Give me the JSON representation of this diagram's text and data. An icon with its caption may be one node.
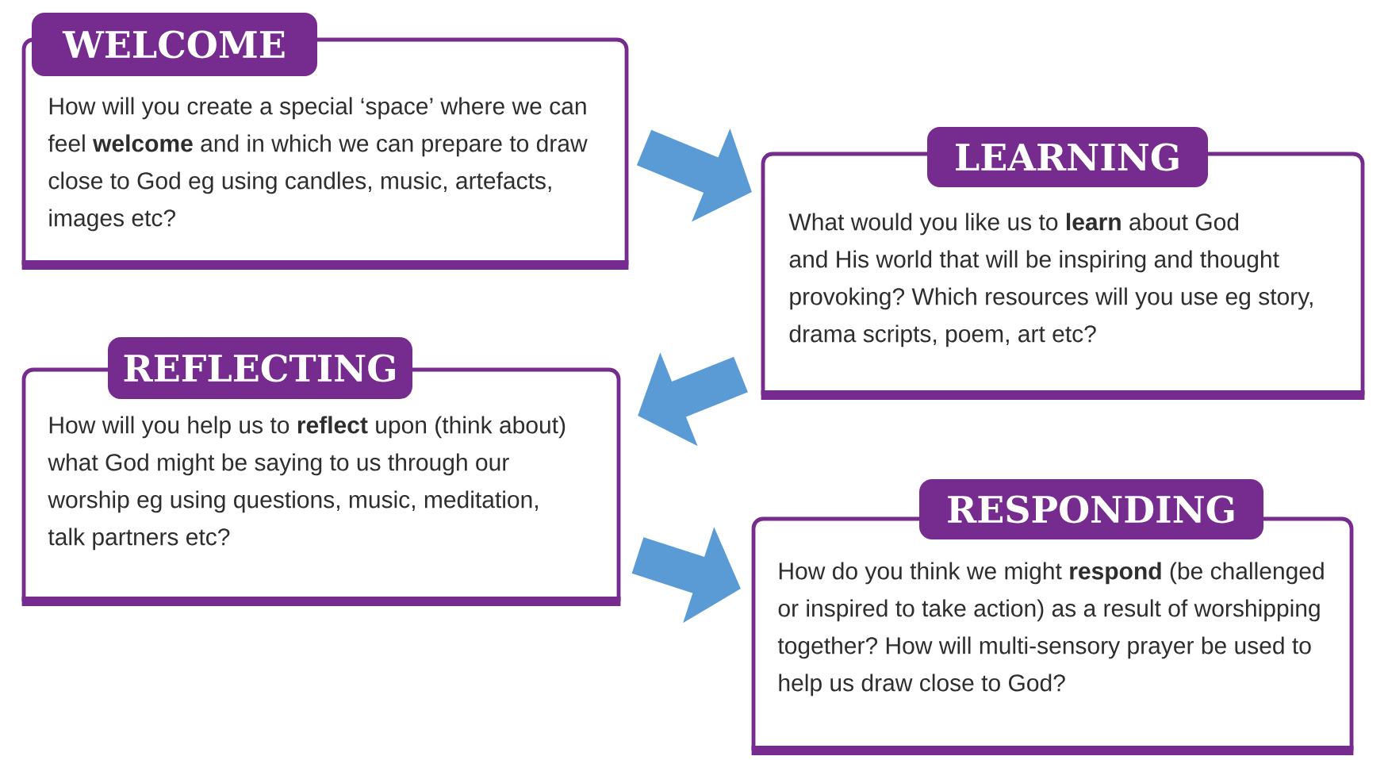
{
  "diagram": {
    "nodes": [
      {
        "text": [
          "WELCOME",
          "How will you create a special ‘space’ where we can feel **welcome** and in which we can prepare to draw close to God eg using candles, music, artefacts, images etc?"
        ]
      },
      {
        "text": [
          "LEARNING",
          "What would you like us to **learn** about God and His world that will be inspiring and thought provoking? Which resources will you use eg story, drama scripts, poem, art etc?"
        ]
      },
      {
        "text": [
          "REFLECTING",
          "How will you help us to **reflect** upon (think about) what God might be saying to us through our worship eg using questions, music, meditation, talk partners etc?"
        ]
      },
      {
        "text": [
          "RESPONDING",
          "How do you think we might **respond** (be challenged or inspired to take action) as a result of worshipping together? How will multi-sensory prayer be used to help us draw close to God?"
        ]
      }
    ],
    "edges": [
      {
        "from": 0,
        "to": 1,
        "arrow": "to"
      },
      {
        "from": 1,
        "to": 2,
        "arrow": "to"
      },
      {
        "from": 2,
        "to": 3,
        "arrow": "to"
      }
    ]
  }
}
